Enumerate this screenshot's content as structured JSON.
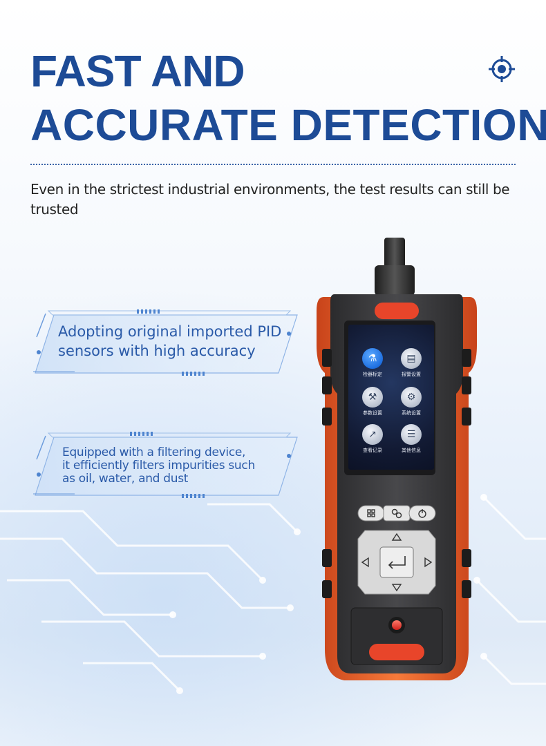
{
  "header": {
    "title_line1": "FAST AND",
    "title_line2": "ACCURATE  DETECTION",
    "icon": "target-icon"
  },
  "subtitle": "Even in the strictest industrial environments, the test results can still be trusted",
  "features": [
    {
      "text": "Adopting original imported PID sensors with high accuracy"
    },
    {
      "text_lines": [
        "Equipped with a filtering device,",
        "it efficiently filters impurities such",
        "as oil, water, and dust"
      ]
    }
  ],
  "device": {
    "apps": [
      {
        "label": "检器标定",
        "icon": "bottle-icon",
        "active": true
      },
      {
        "label": "报警设置",
        "icon": "document-icon",
        "active": false
      },
      {
        "label": "参数设置",
        "icon": "wrench-icon",
        "active": false
      },
      {
        "label": "系统设置",
        "icon": "gear-icon",
        "active": false
      },
      {
        "label": "查看记录",
        "icon": "chart-icon",
        "active": false
      },
      {
        "label": "其他信息",
        "icon": "list-icon",
        "active": false
      }
    ],
    "function_buttons": [
      "grid-icon",
      "link-icon",
      "power-icon"
    ],
    "nav_buttons": [
      "up-arrow-icon",
      "left-arrow-icon",
      "enter-icon",
      "right-arrow-icon",
      "down-arrow-icon"
    ]
  },
  "colors": {
    "title": "#1d4b96",
    "accent_orange": "#f0652a",
    "device_body": "#3a3a3c",
    "callout_text": "#2a5aa8"
  }
}
